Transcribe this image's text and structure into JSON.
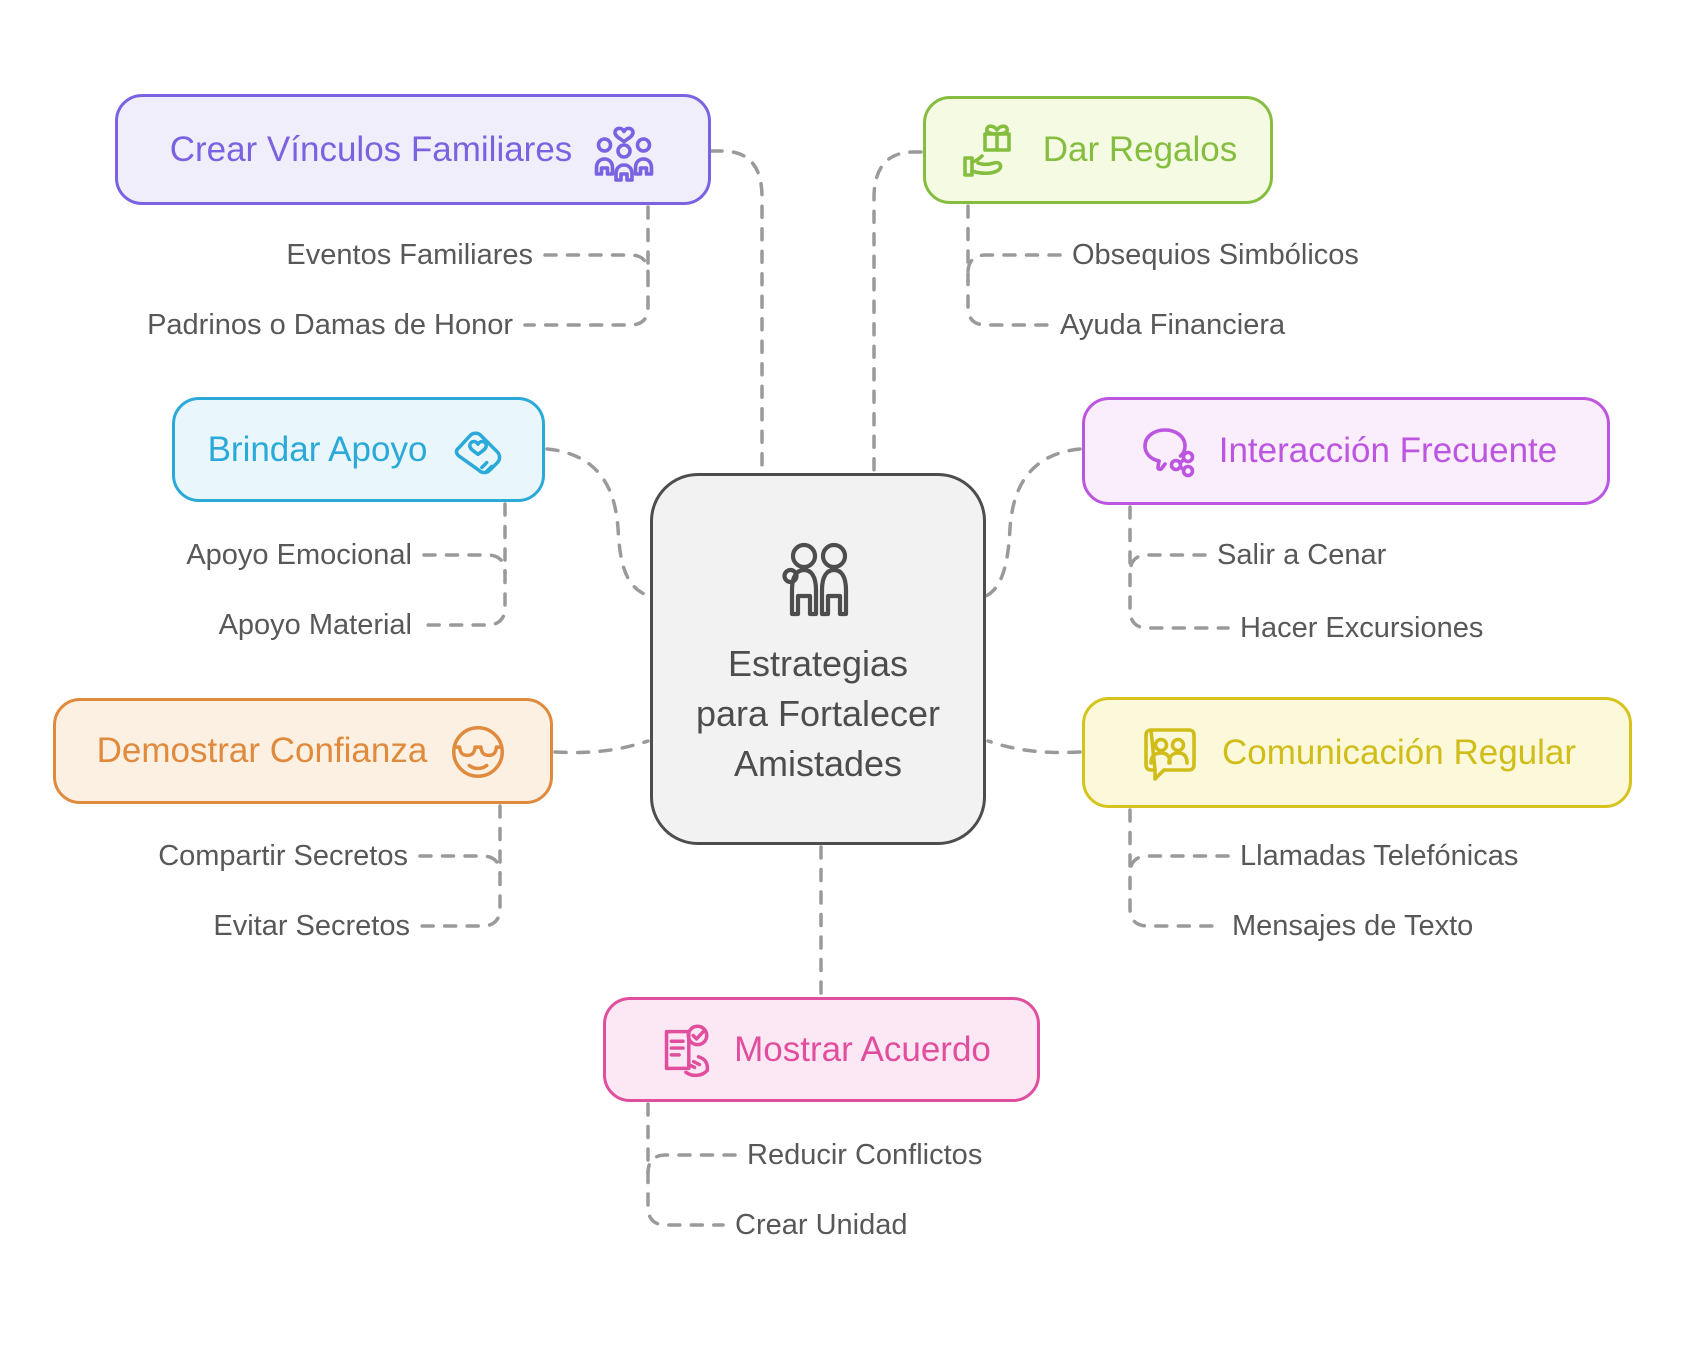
{
  "diagram": {
    "type": "mindmap",
    "center": {
      "title": "Estrategias para Fortalecer Amistades",
      "icon": "two-friends-icon",
      "border_color": "#4d4d4d",
      "background": "#f2f2f2"
    },
    "connector_style": {
      "color": "#9a9a9a",
      "dashed": true
    },
    "child_label_color": "#58585a",
    "branches": [
      {
        "label": "Crear Vínculos Familiares",
        "icon": "family-with-heart-icon",
        "accent": "#7b62e1",
        "background": "#f1eefb",
        "children": [
          "Eventos Familiares",
          "Padrinos o Damas de Honor"
        ]
      },
      {
        "label": "Dar Regalos",
        "icon": "gift-on-hand-icon",
        "accent": "#85be3f",
        "background": "#f5fae3",
        "children": [
          "Obsequios Simbólicos",
          "Ayuda Financiera"
        ]
      },
      {
        "label": "Brindar Apoyo",
        "icon": "handshake-heart-icon",
        "accent": "#2ba9d9",
        "background": "#e9f6fc",
        "children": [
          "Apoyo Emocional",
          "Apoyo Material"
        ]
      },
      {
        "label": "Interacción Frecuente",
        "icon": "speech-bubble-network-icon",
        "accent": "#bc55df",
        "background": "#faedfc",
        "children": [
          "Salir a Cenar",
          "Hacer Excursiones"
        ]
      },
      {
        "label": "Demostrar Confianza",
        "icon": "cool-face-sunglasses-icon",
        "accent": "#e08a3d",
        "background": "#fcf0e2",
        "children": [
          "Compartir Secretos",
          "Evitar Secretos"
        ]
      },
      {
        "label": "Comunicación Regular",
        "icon": "people-chat-bubble-icon",
        "accent": "#d0bd1a",
        "background": "#fcf9db",
        "children": [
          "Llamadas Telefónicas",
          "Mensajes de Texto"
        ]
      },
      {
        "label": "Mostrar Acuerdo",
        "icon": "document-check-hand-icon",
        "accent": "#e04e9d",
        "background": "#fce7f4",
        "children": [
          "Reducir Conflictos",
          "Crear Unidad"
        ]
      }
    ]
  }
}
